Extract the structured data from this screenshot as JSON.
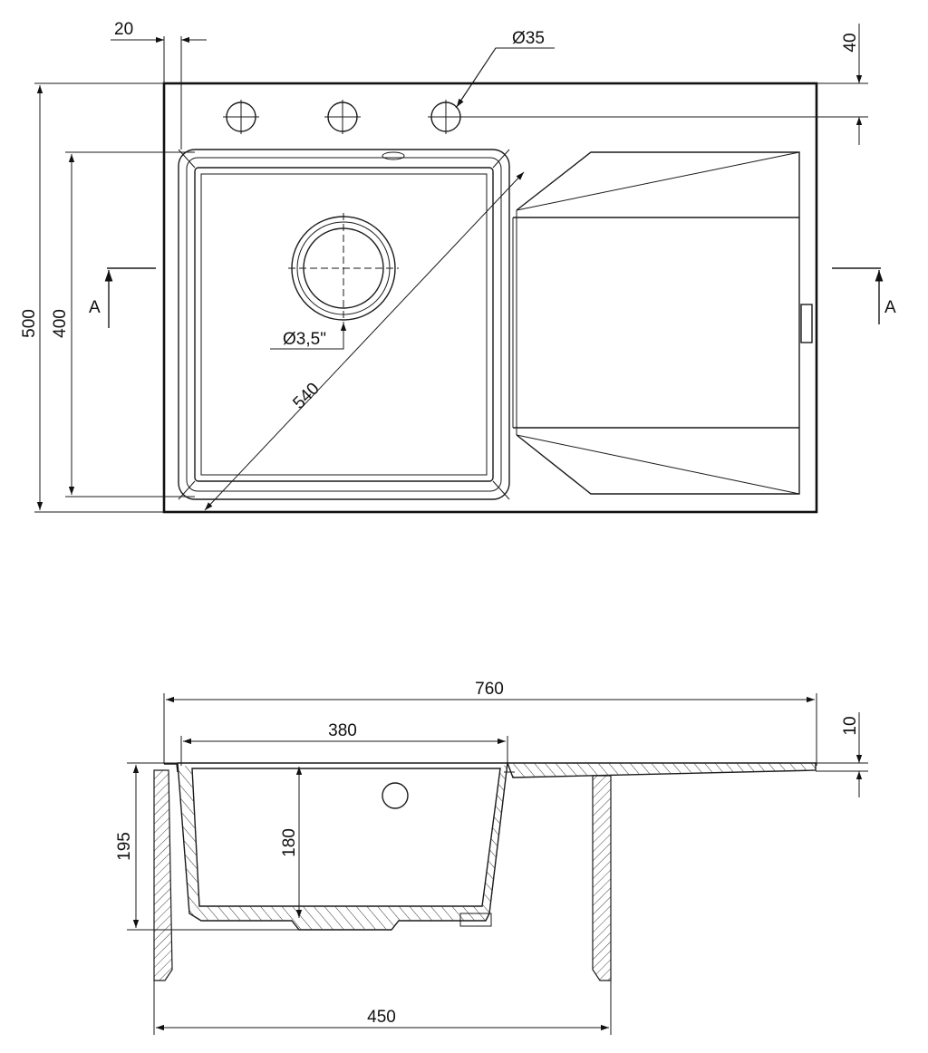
{
  "top_view": {
    "dim_width_small": "20",
    "dim_hole_diameter": "Ø35",
    "dim_top_offset": "40",
    "dim_total_depth": "500",
    "dim_bowl_depth": "400",
    "dim_drain": "Ø3,5\"",
    "dim_diagonal": "540",
    "section_label_left": "A",
    "section_label_right": "A"
  },
  "section_view": {
    "dim_total_width": "760",
    "dim_bowl_width": "380",
    "dim_thickness": "10",
    "dim_total_height": "195",
    "dim_bowl_height": "180",
    "dim_cabinet_width": "450"
  }
}
